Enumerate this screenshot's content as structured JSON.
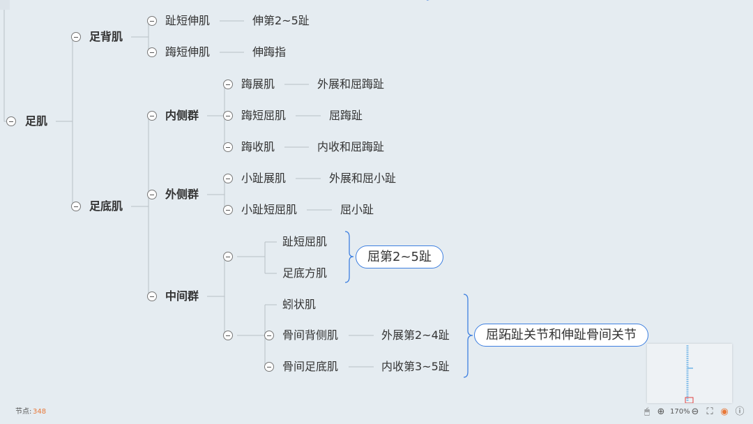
{
  "root": {
    "label": "足肌"
  },
  "branches": {
    "dorsal": {
      "label": "足背肌",
      "children": [
        {
          "label": "趾短伸肌",
          "action": "伸第2~5趾"
        },
        {
          "label": "踇短伸肌",
          "action": "伸踇指"
        }
      ]
    },
    "plantar": {
      "label": "足底肌",
      "medial": {
        "label": "内侧群",
        "children": [
          {
            "label": "踇展肌",
            "action": "外展和屈踇趾"
          },
          {
            "label": "踇短屈肌",
            "action": "屈踇趾"
          },
          {
            "label": "踇收肌",
            "action": "内收和屈踇趾"
          }
        ]
      },
      "lateral": {
        "label": "外侧群",
        "children": [
          {
            "label": "小趾展肌",
            "action": "外展和屈小趾"
          },
          {
            "label": "小趾短屈肌",
            "action": "屈小趾"
          }
        ]
      },
      "middle": {
        "label": "中间群",
        "group1": {
          "children": [
            "趾短屈肌",
            "足底方肌"
          ],
          "summary": "屈第2~5趾"
        },
        "group2": {
          "children": [
            {
              "label": "蚓状肌"
            },
            {
              "label": "骨间背侧肌",
              "action": "外展第2~4趾"
            },
            {
              "label": "骨间足底肌",
              "action": "内收第3~5趾"
            }
          ],
          "summary": "屈跖趾关节和伸趾骨间关节"
        }
      }
    }
  },
  "status": {
    "nodes_label": "节点:",
    "nodes_count": "348"
  },
  "toolbar": {
    "zoom": "170%"
  },
  "colors": {
    "accent": "#3d7fe0",
    "count": "#e8793a"
  }
}
